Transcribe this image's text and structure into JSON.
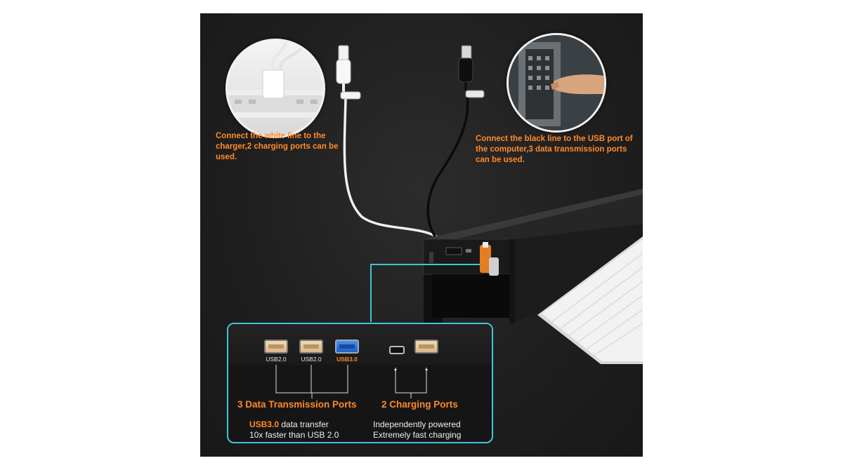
{
  "captions": {
    "left": "Connect the white line to the charger,2 charging ports can be used.",
    "right": "Connect the black line to the USB port of the computer,3 data transmission ports can be used."
  },
  "ports": {
    "labels": [
      "USB2.0",
      "USB2.0",
      "USB3.0"
    ],
    "data_heading": "3 Data Transmission Ports",
    "charging_heading": "2 Charging Ports",
    "data_desc_highlight": "USB3.0",
    "data_desc_line1_rest": " data transfer",
    "data_desc_line2": "10x faster than USB 2.0",
    "charging_desc_line1": "Independently powered",
    "charging_desc_line2": "Extremely fast charging"
  },
  "colors": {
    "accent_orange": "#ff8a2a",
    "callout_border": "#3fc6d8",
    "usb3_blue": "#2a6fd6"
  }
}
